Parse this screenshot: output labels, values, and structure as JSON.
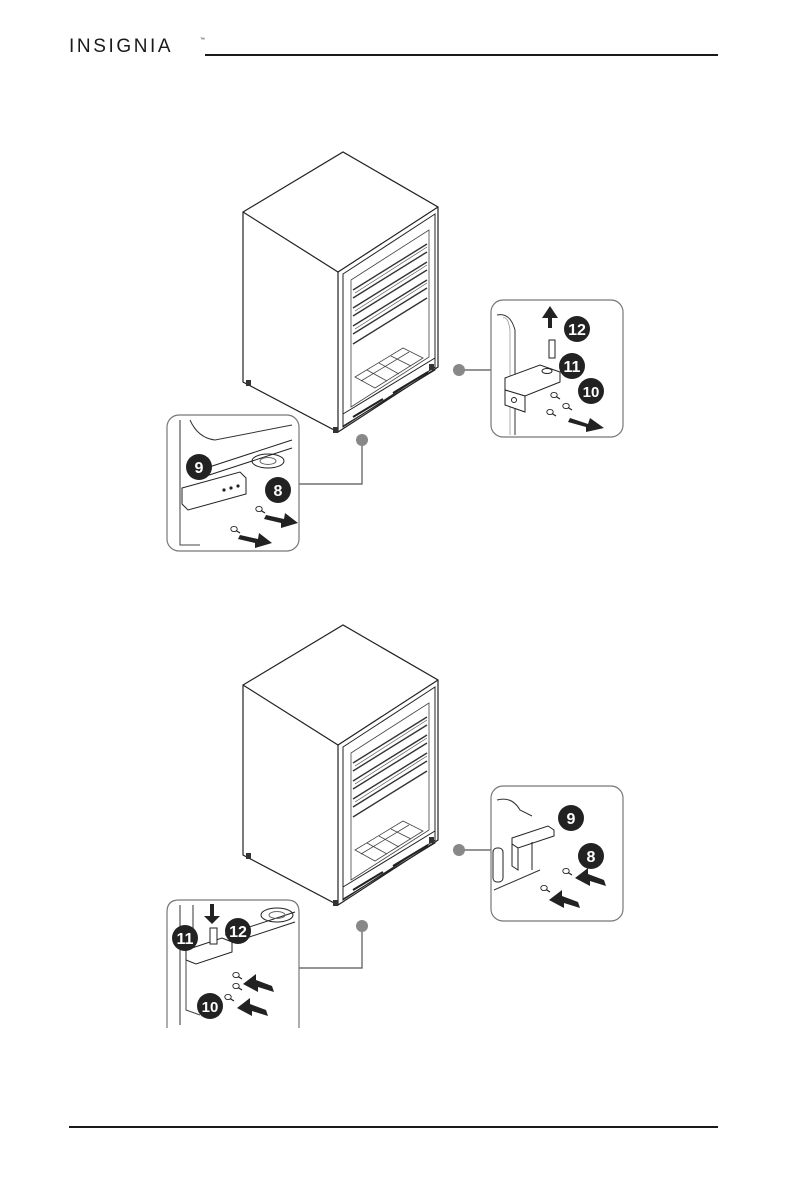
{
  "header": {
    "brand": "INSIGNIA",
    "trademark": "™"
  },
  "figure_1": {
    "callouts": {
      "step8": "8",
      "step9": "9",
      "step10": "10",
      "step11": "11",
      "step12": "12"
    }
  },
  "figure_2": {
    "callouts": {
      "step8": "8",
      "step9": "9",
      "step10": "10",
      "step11": "11",
      "step12": "12"
    }
  }
}
